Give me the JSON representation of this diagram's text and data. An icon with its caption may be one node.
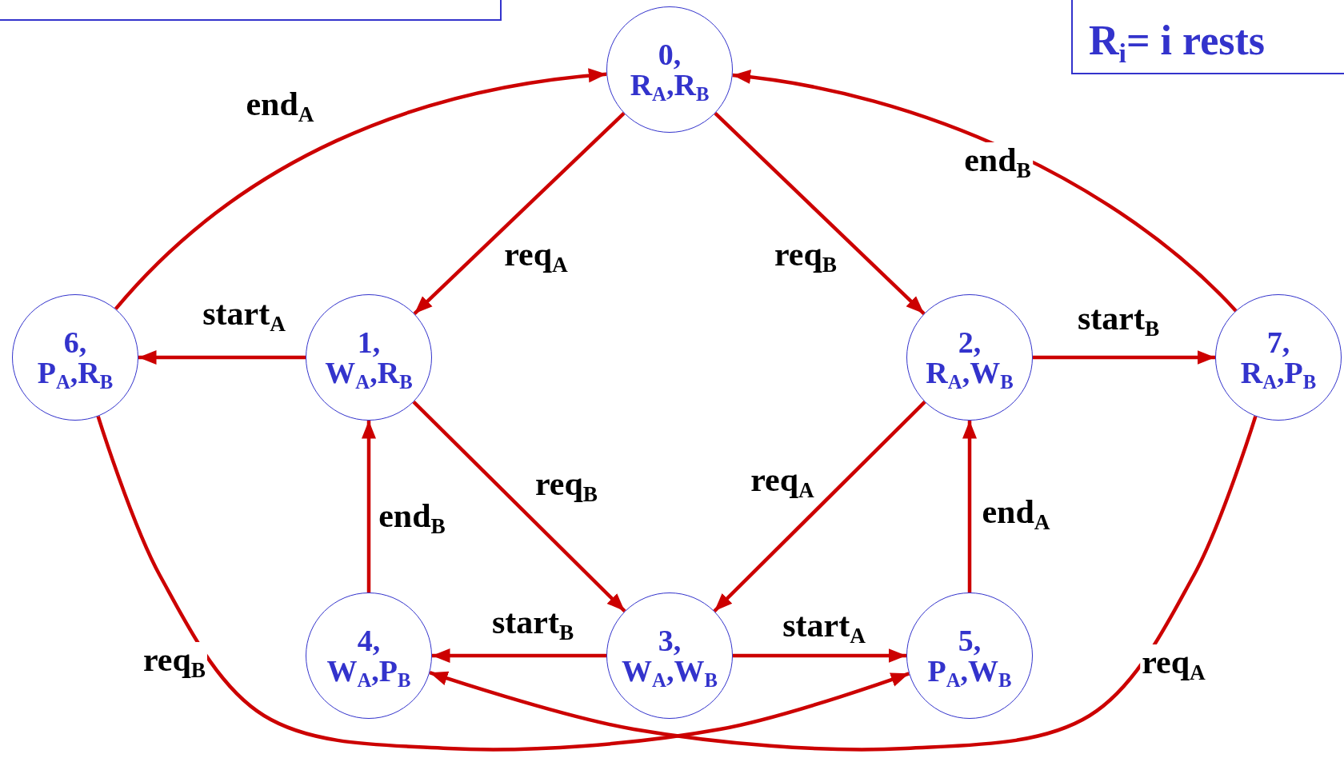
{
  "diagram": {
    "nodes": [
      {
        "text": [],
        "shape": "box"
      },
      {
        "text": [
          "R$_{i}$= i rests"
        ]
      },
      {
        "text": [
          "0, R$_{A}$,R$_{B}$"
        ]
      },
      {
        "text": [
          "6, P$_{A}$,R$_{B}$"
        ]
      },
      {
        "text": [
          "1, W$_{A}$,R$_{B}$"
        ]
      },
      {
        "text": [
          "2, R$_{A}$,W$_{B}$"
        ]
      },
      {
        "text": [
          "7, R$_{A}$,P$_{B}$"
        ]
      },
      {
        "text": [
          "4, W$_{A}$,P$_{B}$"
        ]
      },
      {
        "text": [
          "3, W$_{A}$,W$_{B}$"
        ]
      },
      {
        "text": [
          "5, P$_{A}$,W$_{B}$"
        ]
      }
    ],
    "edges": [
      {
        "from": 3,
        "to": 2,
        "arrow": "to",
        "label": "end$_{A}$"
      },
      {
        "from": 6,
        "to": 2,
        "arrow": "to",
        "label": "end$_{B}$"
      },
      {
        "from": 2,
        "to": 4,
        "arrow": "to",
        "label": "req$_{A}$"
      },
      {
        "from": 2,
        "to": 5,
        "arrow": "to",
        "label": "req$_{B}$"
      },
      {
        "from": 4,
        "to": 3,
        "arrow": "to",
        "label": "start$_{A}$"
      },
      {
        "from": 5,
        "to": 6,
        "arrow": "to",
        "label": "start$_{B}$"
      },
      {
        "from": 4,
        "to": 8,
        "arrow": "to",
        "label": "req$_{B}$"
      },
      {
        "from": 5,
        "to": 8,
        "arrow": "to",
        "label": "req$_{A}$"
      },
      {
        "from": 7,
        "to": 4,
        "arrow": "to",
        "label": "end$_{B}$"
      },
      {
        "from": 9,
        "to": 5,
        "arrow": "to",
        "label": "end$_{A}$"
      },
      {
        "from": 8,
        "to": 7,
        "arrow": "to",
        "label": "start$_{B}$"
      },
      {
        "from": 8,
        "to": 9,
        "arrow": "to",
        "label": "start$_{A}$"
      },
      {
        "from": 3,
        "to": 9,
        "arrow": "to",
        "label": "req$_{B}$"
      },
      {
        "from": 6,
        "to": 7,
        "arrow": "to",
        "label": "req$_{A}$"
      }
    ]
  }
}
